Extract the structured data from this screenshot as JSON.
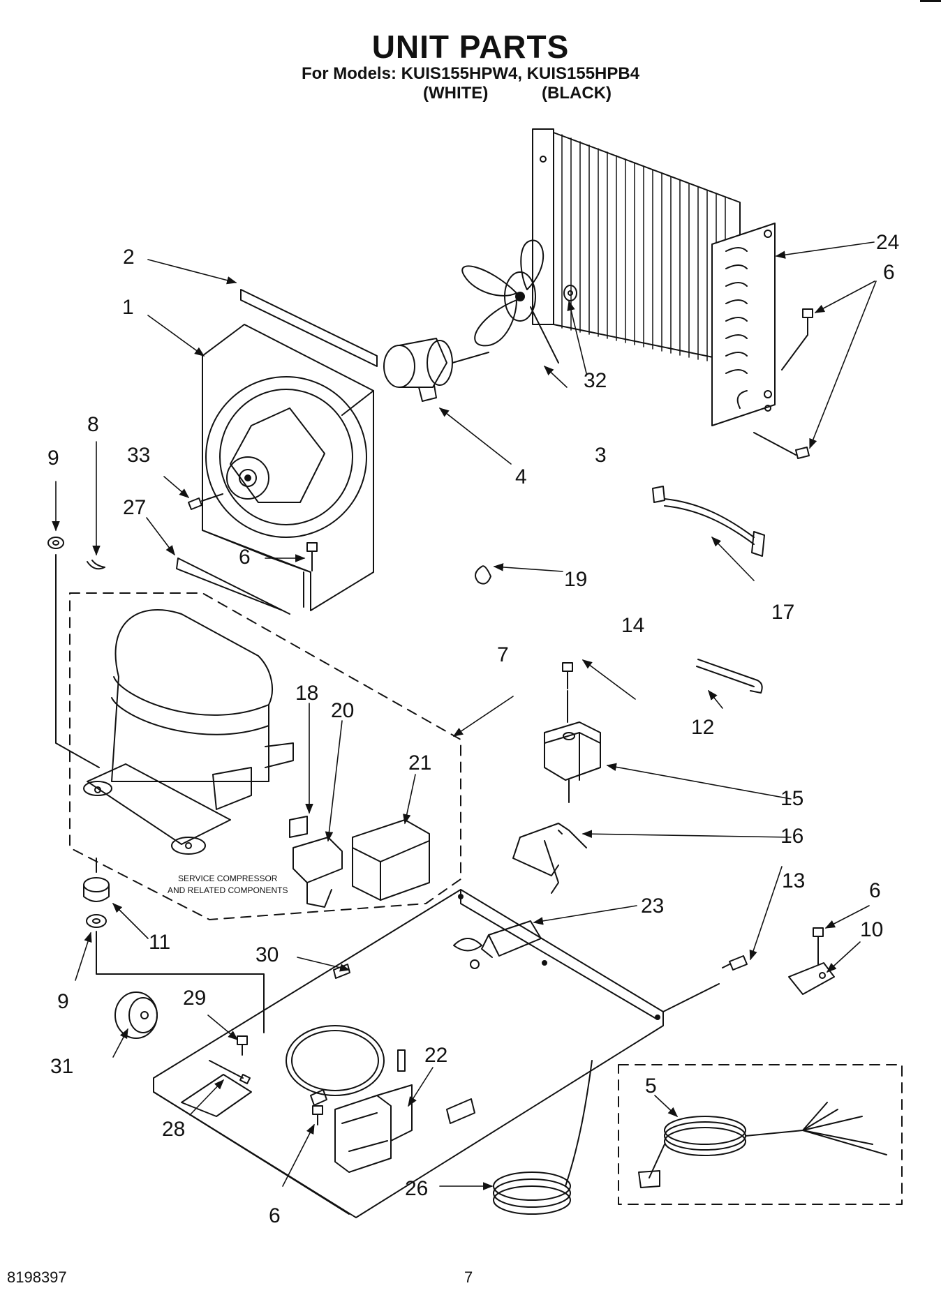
{
  "header": {
    "title": "UNIT PARTS",
    "models_line": "For Models: KUIS155HPW4, KUIS155HPB4",
    "variant_white": "(WHITE)",
    "variant_black": "(BLACK)"
  },
  "callouts": {
    "c1": "1",
    "c2": "2",
    "c3": "3",
    "c4": "4",
    "c5": "5",
    "c6a": "6",
    "c6b": "6",
    "c6c": "6",
    "c6d": "6",
    "c7": "7",
    "c8": "8",
    "c9a": "9",
    "c9b": "9",
    "c10": "10",
    "c11": "11",
    "c12": "12",
    "c13": "13",
    "c14": "14",
    "c15": "15",
    "c16": "16",
    "c17": "17",
    "c18": "18",
    "c19": "19",
    "c20": "20",
    "c21": "21",
    "c22": "22",
    "c23": "23",
    "c24": "24",
    "c26": "26",
    "c27": "27",
    "c28": "28",
    "c29": "29",
    "c30": "30",
    "c31": "31",
    "c32": "32",
    "c33": "33"
  },
  "service_note": {
    "line1": "SERVICE COMPRESSOR",
    "line2": "AND RELATED COMPONENTS"
  },
  "footer": {
    "doc_number": "8198397",
    "page_number": "7"
  }
}
